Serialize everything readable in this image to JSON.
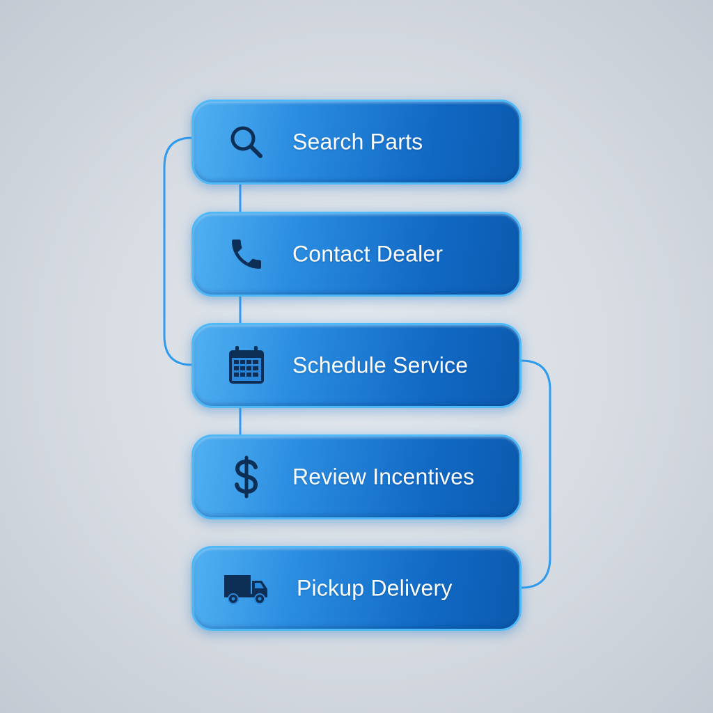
{
  "menu": {
    "items": [
      {
        "label": "Search Parts",
        "icon": "search-icon"
      },
      {
        "label": "Contact Dealer",
        "icon": "phone-icon"
      },
      {
        "label": "Schedule Service",
        "icon": "calendar-icon"
      },
      {
        "label": "Review Incentives",
        "icon": "dollar-icon"
      },
      {
        "label": "Pickup Delivery",
        "icon": "truck-icon"
      }
    ]
  },
  "colors": {
    "button_light": "#52b1f2",
    "button_dark": "#0b5aae",
    "button_border": "#4fb8f7",
    "connector": "#2e9bee",
    "icon": "#0e2f55",
    "text": "#ffffff",
    "background": "#d6dbe2"
  }
}
